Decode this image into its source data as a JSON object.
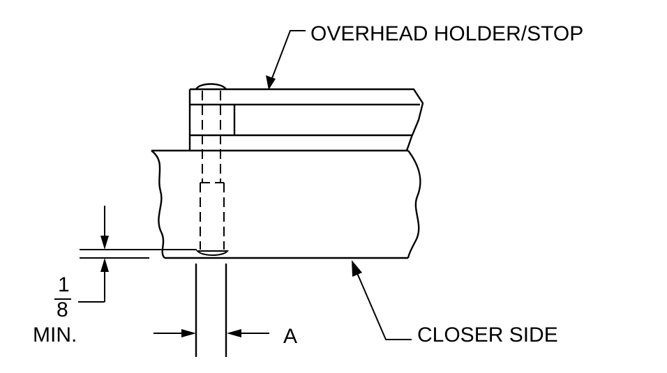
{
  "labels": {
    "overhead": "OVERHEAD HOLDER/STOP",
    "closer": "CLOSER SIDE",
    "frac_num": "1",
    "frac_den": "8",
    "min": "MIN.",
    "dim_a": "A"
  },
  "colors": {
    "line": "#000000",
    "background": "#ffffff"
  }
}
